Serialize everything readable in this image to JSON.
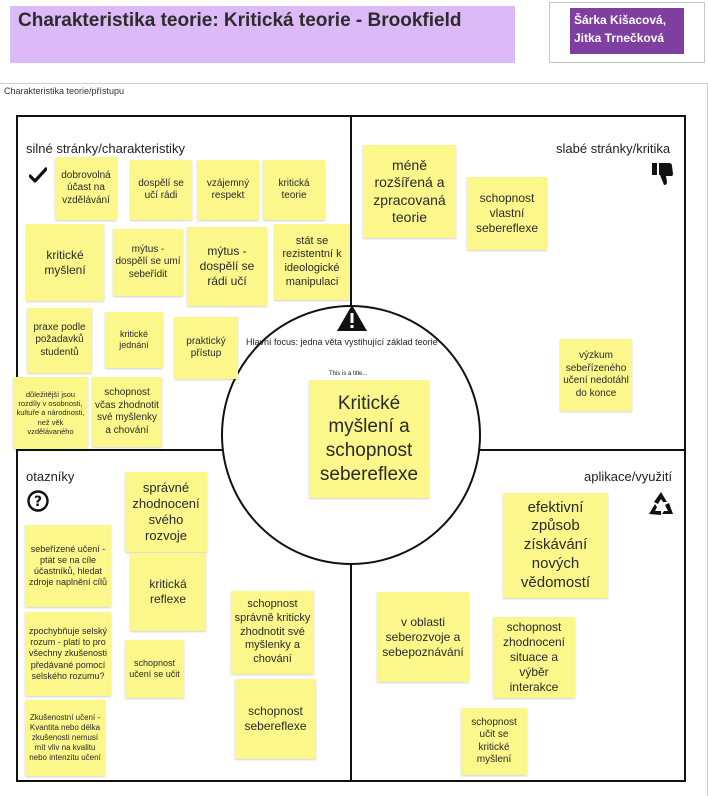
{
  "title": "Charakteristika teorie: Kritická teorie - Brookfield",
  "authors": [
    "Šárka Kišacová,",
    "Jitka Trnečková"
  ],
  "board_label": "Charakteristika teorie/přístupu",
  "quadrants": {
    "strengths": "silné stránky/charakteristiky",
    "weaknesses": "slabé stránky/kritika",
    "questions": "otazníky",
    "applications": "aplikace/využití"
  },
  "icons": {
    "strengths": "checkmark-icon",
    "weaknesses": "thumbs-down-icon",
    "questions": "question-circle-icon",
    "applications": "recycle-icon",
    "focus": "warning-triangle-icon"
  },
  "focus": {
    "label": "Hlavní focus: jedna věta vystihující základ teorie",
    "mini_note": "This is a title...",
    "main_note": "Kritické myšlení a schopnost sebereflexe"
  },
  "stickies": {
    "strengths": [
      "dobrovolná účast na vzdělávání",
      "dospělí se učí rádi",
      "vzájemný respekt",
      "kritická teorie",
      "kritické myšlení",
      "mýtus - dospělí se umí sebeřídit",
      "mýtus - dospělí se rádi učí",
      "stát se rezistentní k ideologické manipulaci",
      "praxe podle požadavků studentů",
      "kritické jednání",
      "praktický přístup",
      "důležitější jsou rozdíly v osobnosti, kultuře a národnosti, než věk vzdělávaného",
      "schopnost včas zhodnotit své myšlenky a chování"
    ],
    "weaknesses": [
      "méně rozšířená a zpracovaná teorie",
      "schopnost vlastní sebereflexe",
      "výzkum sebeřízeného učení nedotáhl do konce"
    ],
    "questions": [
      "správné zhodnocení svého rozvoje",
      "sebeřízené učení - ptát se na cíle účastníků, hledat zdroje naplnění cílů",
      "kritická reflexe",
      "zpochybňuje selský rozum - platí to pro všechny zkušenosti předávané pomocí selského rozumu?",
      "schopnost učení se učit",
      "schopnost správně kriticky zhodnotit své myšlenky a chování",
      "schopnost sebereflexe",
      "Zkušenostní učení - Kvantita nebo délka zkušenosti nemusí mít vliv na kvalitu nebo intenzitu učení"
    ],
    "applications": [
      "efektivní způsob získávání nových vědomostí",
      "v oblasti seberozvoje a sebepoznávání",
      "schopnost zhodnocení situace a výběr interakce",
      "schopnost učit se kritické myšlení"
    ]
  },
  "colors": {
    "title_bg": "#dcb9f7",
    "author_tag": "#7f3fa0",
    "sticky": "#fbf78a"
  }
}
